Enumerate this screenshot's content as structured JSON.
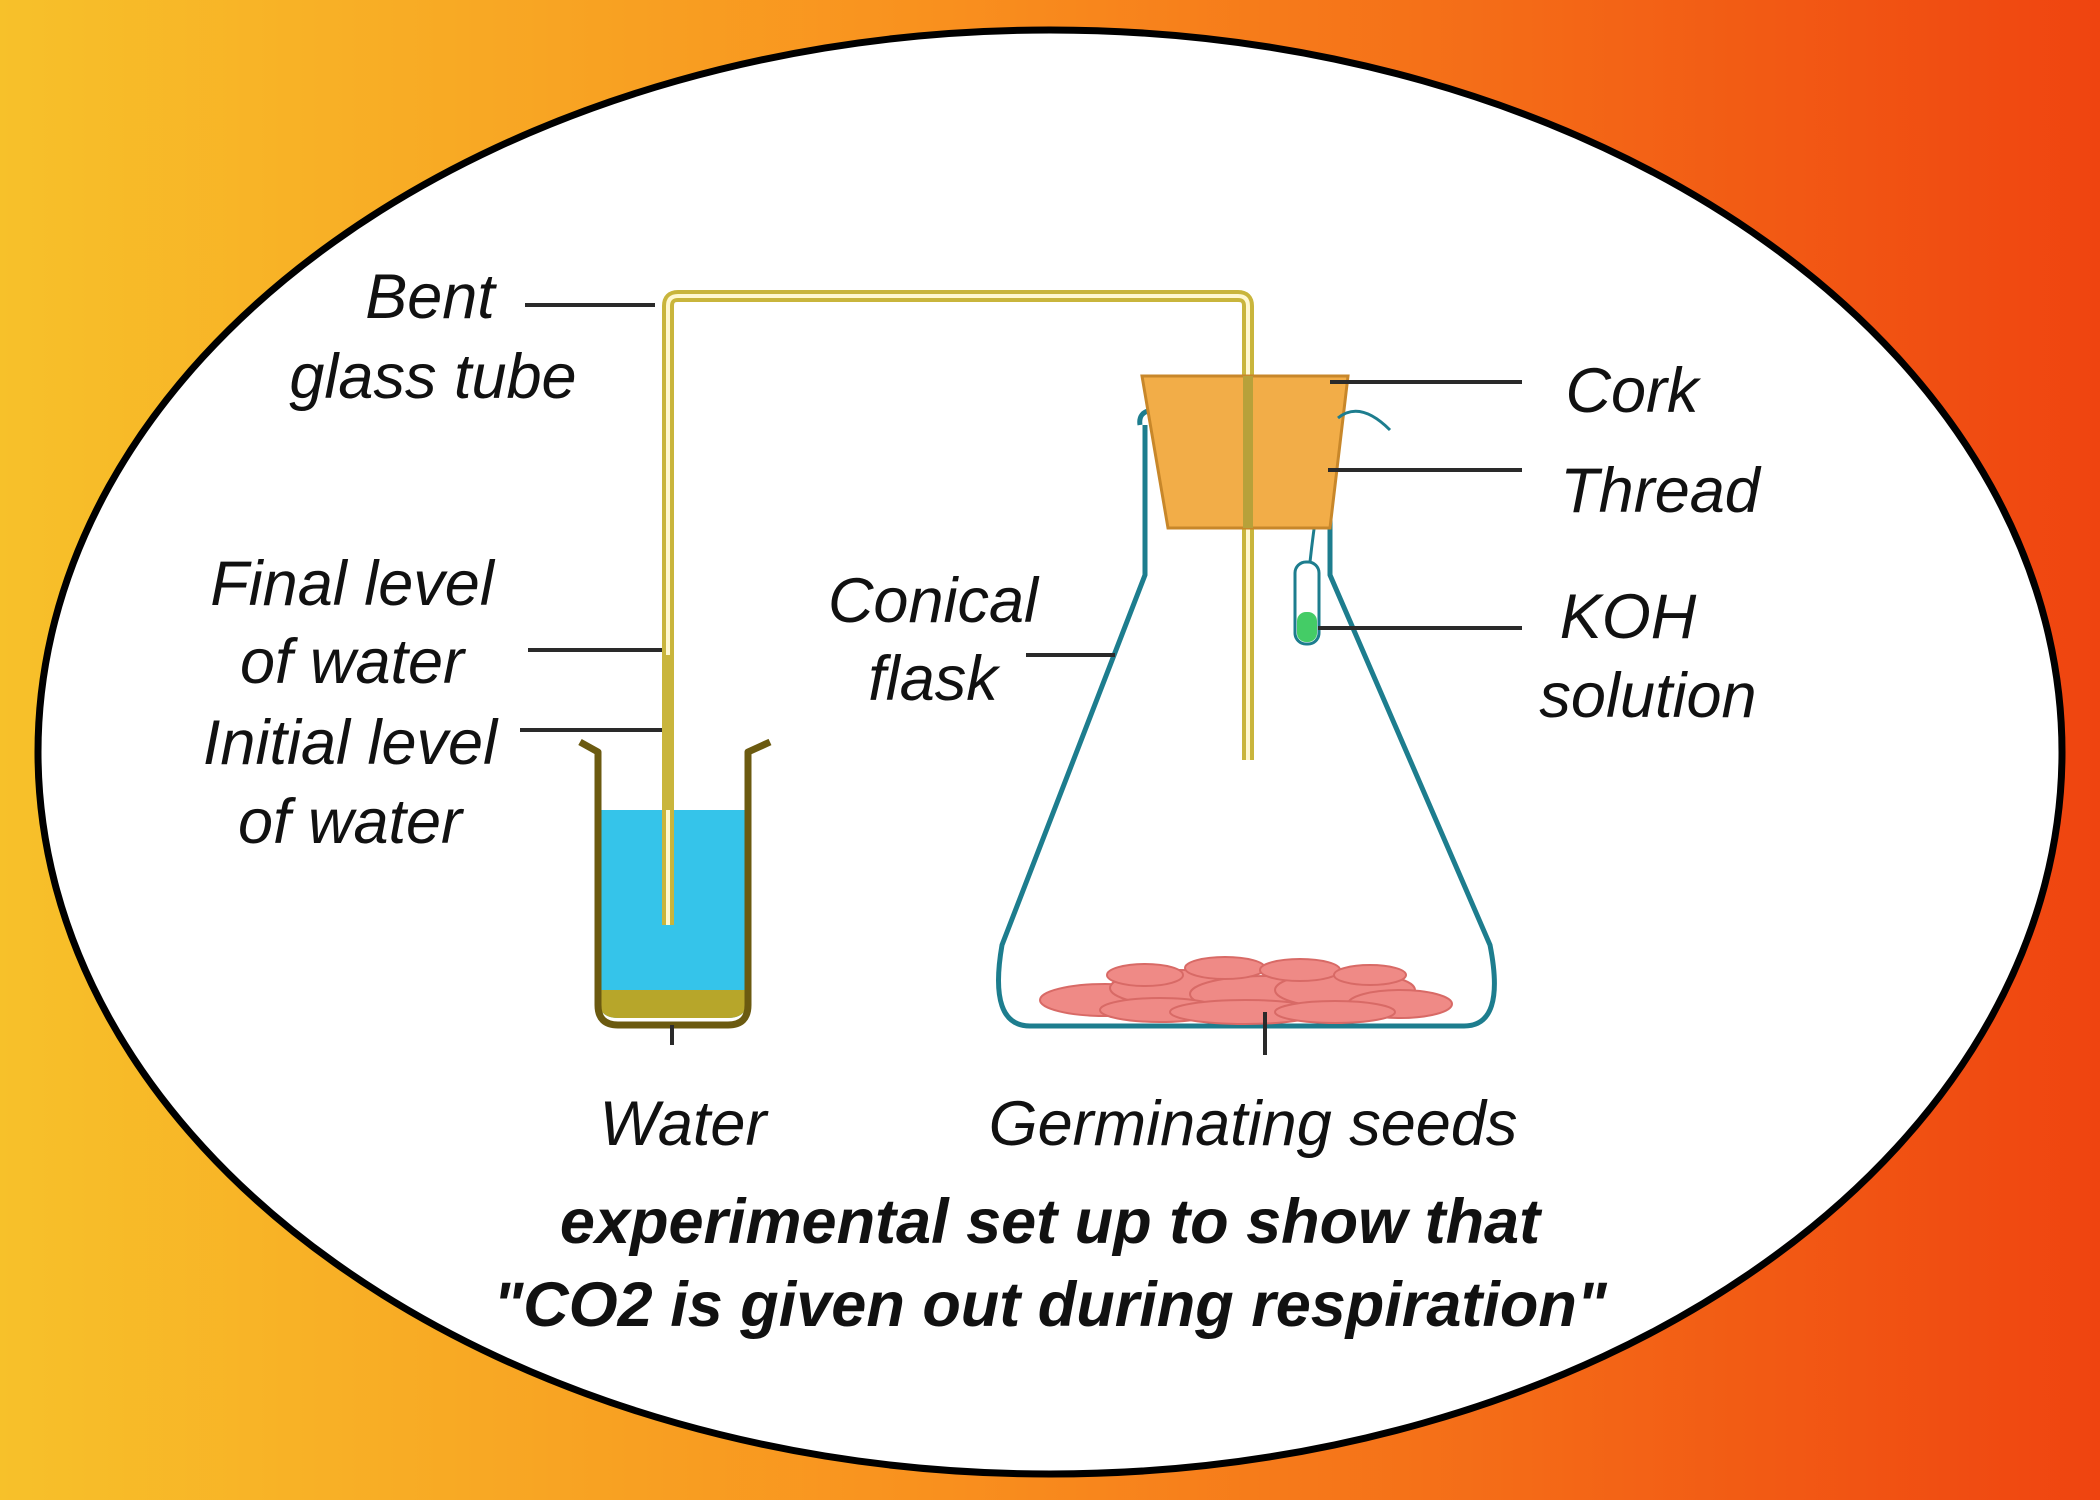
{
  "labels": {
    "bent_tube_1": "Bent",
    "bent_tube_2": "glass tube",
    "final_level_1": "Final level",
    "final_level_2": "of water",
    "initial_level_1": "Initial level",
    "initial_level_2": "of water",
    "conical_flask_1": "Conical",
    "conical_flask_2": "flask",
    "cork": "Cork",
    "thread": "Thread",
    "koh_1": "KOH",
    "koh_2": "solution",
    "water": "Water",
    "seeds": "Germinating seeds"
  },
  "caption": {
    "line1": "experimental set up to show that",
    "line2": "\"CO2 is given out during respiration\""
  },
  "colors": {
    "bg_left": "#f7c12a",
    "bg_mid": "#f9901e",
    "bg_right": "#ef4410",
    "water": "#35c4ea",
    "sediment": "#b7a62a",
    "cork": "#f2ad48",
    "tube": "#c9b53c",
    "glass": "#1d7d8e",
    "seeds": "#ef8a86",
    "koh": "#44cc66"
  }
}
